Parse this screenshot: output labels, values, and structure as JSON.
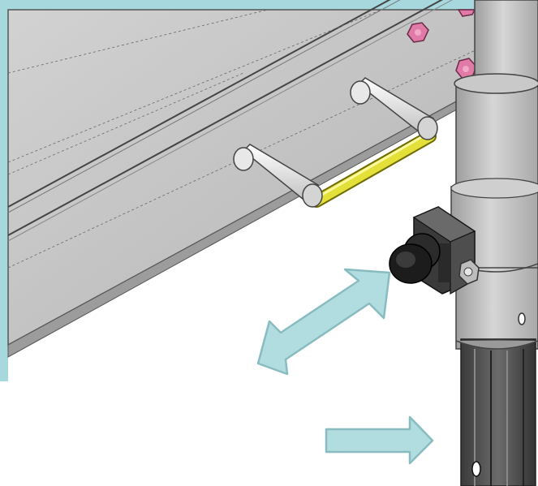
{
  "diagram": {
    "kind": "technical-cad-illustration",
    "parts": [
      "panel",
      "handle",
      "pole",
      "clamp-block",
      "knurled-knob",
      "hex-bolts",
      "hex-nut"
    ],
    "callouts": [
      {
        "icon": "double-headed-arrow",
        "meaning": "adjust-knob-direction"
      },
      {
        "icon": "right-arrow",
        "meaning": "insert-direction"
      }
    ]
  },
  "colors": {
    "frame": "#a7d8dd",
    "panel": "#c8c8c8",
    "panel_dark": "#8a8a8a",
    "handle_bar": "#e4e03a",
    "pole": "#bdbdbd",
    "pole_dark": "#4a4a4a",
    "bolt": "#e07aa6",
    "arrow_fill": "#b2dde0",
    "arrow_stroke": "#88bcc1",
    "knob": "#1c1c1c"
  }
}
